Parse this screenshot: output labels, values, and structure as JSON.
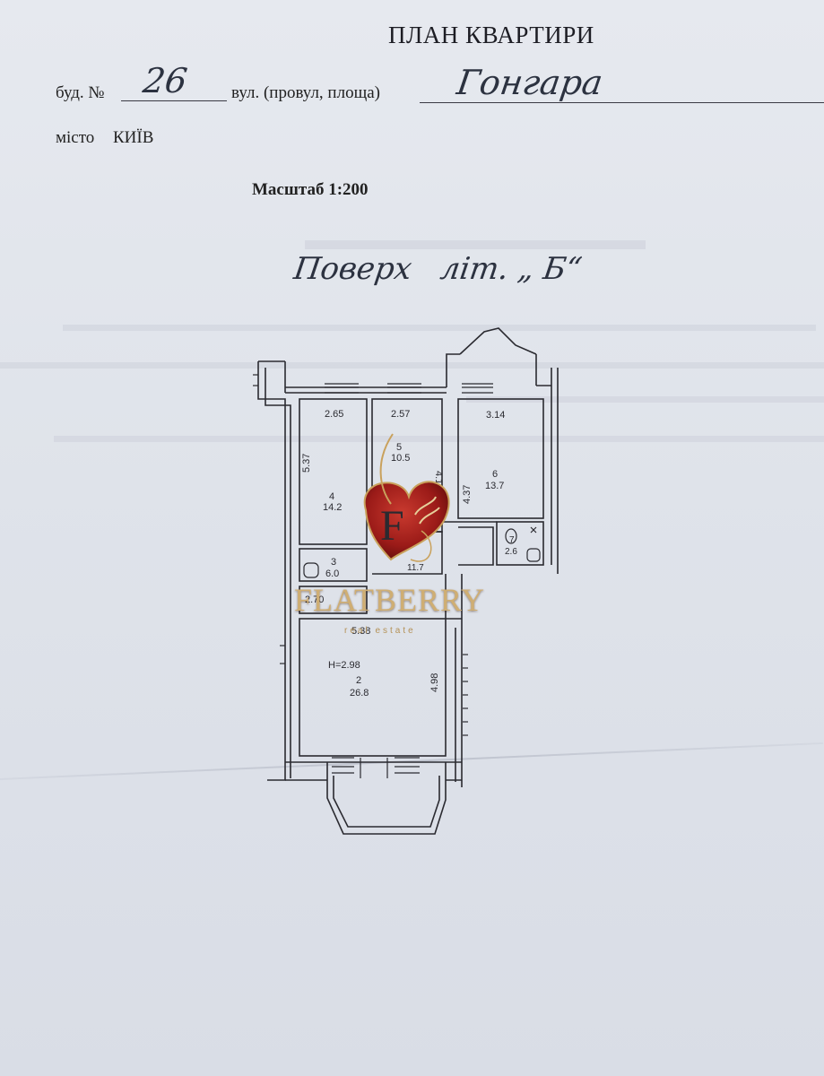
{
  "document": {
    "title": "ПЛАН КВАРТИРИ",
    "building_label": "буд. №",
    "building_number": "26",
    "street_label": "вул. (провул, площа)",
    "street_name": "Гонгара",
    "city_label": "місто",
    "city_name": "КИЇВ",
    "scale": "Масштаб 1:200",
    "floor_note": "Поверх   літ. „ Б“"
  },
  "plan": {
    "rooms": [
      {
        "number": "4",
        "area": "14.2",
        "dims": [
          "2.65",
          "5.37"
        ]
      },
      {
        "number": "5",
        "area": "10.5",
        "dims": [
          "2.57",
          "4.10"
        ]
      },
      {
        "number": "6",
        "area": "13.7",
        "dims": [
          "3.14",
          "4.37"
        ]
      },
      {
        "number": "7",
        "area": "2.6",
        "dims": []
      },
      {
        "number": "3",
        "area": "6.0",
        "dims": [
          "2.70"
        ]
      },
      {
        "number": "",
        "area": "11.7",
        "dims": []
      },
      {
        "number": "2",
        "area": "26.8",
        "dims": [
          "5.38",
          "4.98"
        ],
        "height": "H=2.98"
      }
    ]
  },
  "watermark": {
    "brand": "FLATBERRY",
    "tagline": "real estate",
    "monogram": "F",
    "colors": {
      "heart": "#a3201c",
      "gold": "#c9a15c"
    }
  }
}
